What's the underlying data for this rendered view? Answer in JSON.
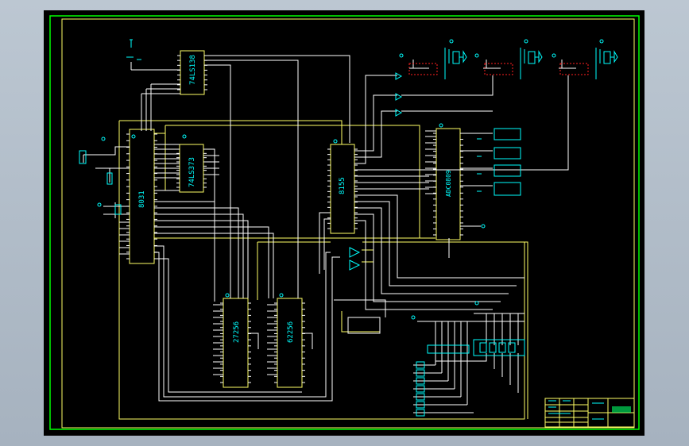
{
  "drawing": {
    "colors": {
      "background": "#000000",
      "border": "#00ff00",
      "wire": "#ffff66",
      "wire_alt": "#ffffff",
      "label": "#00ffff",
      "marker": "#ff2020",
      "chrome": "#b0bcc8"
    },
    "chips": {
      "mcu": "8031",
      "decoder": "74LS138",
      "latch": "74LS373",
      "io_expander": "8155",
      "adc": "ADC0809",
      "eprom": "27256",
      "sram": "62256"
    }
  }
}
